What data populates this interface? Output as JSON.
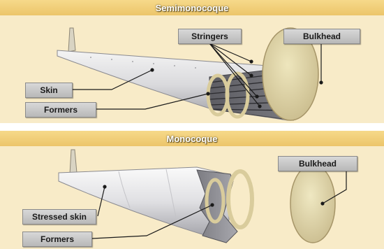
{
  "semimonocoque": {
    "title": "Semimonocoque",
    "labels": {
      "stringers": "Stringers",
      "bulkhead": "Bulkhead",
      "skin": "Skin",
      "formers": "Formers"
    }
  },
  "monocoque": {
    "title": "Monocoque",
    "labels": {
      "bulkhead": "Bulkhead",
      "stressed_skin": "Stressed skin",
      "formers": "Formers"
    }
  }
}
